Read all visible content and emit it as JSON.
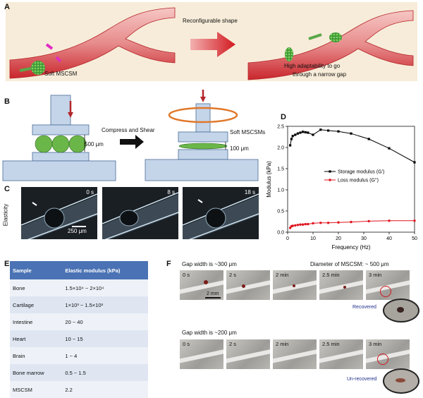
{
  "panels": {
    "A": "A",
    "B": "B",
    "C": "C",
    "D": "D",
    "E": "E",
    "F": "F"
  },
  "panelA": {
    "arrow_label": "Reconfigurable shape",
    "left_label": "Soft MSCSM",
    "right_label_line1": "High adaptability to go",
    "right_label_line2": "through a narrow gap"
  },
  "panelB": {
    "gap1": "500 μm",
    "arrow_label": "Compress and Shear",
    "right_label": "Soft MSCSMs",
    "gap2": "100 μm"
  },
  "panelC": {
    "axis_label": "Elasticity",
    "frames": [
      "0 s",
      "8 s",
      "18 s"
    ],
    "scale_bar": "250 μm"
  },
  "chart_data": {
    "type": "line",
    "xlabel": "Frequency (Hz)",
    "ylabel": "Modulus (kPa)",
    "xlim": [
      0,
      50
    ],
    "ylim": [
      0,
      2.5
    ],
    "xticks": [
      "0",
      "10",
      "20",
      "30",
      "40",
      "50"
    ],
    "yticks": [
      "0.0",
      "0.5",
      "1.0",
      "1.5",
      "2.0",
      "2.5"
    ],
    "legend_position": "right",
    "series": [
      {
        "name": "Storage modulus (G')",
        "color": "#000000",
        "x": [
          1,
          1.5,
          2,
          3,
          4,
          5,
          6,
          7,
          8,
          10,
          13,
          16,
          20,
          25,
          32,
          40,
          50
        ],
        "y": [
          2.05,
          2.2,
          2.27,
          2.3,
          2.33,
          2.35,
          2.37,
          2.36,
          2.35,
          2.3,
          2.42,
          2.4,
          2.38,
          2.33,
          2.2,
          1.98,
          1.65
        ]
      },
      {
        "name": "Loss modulus (G'')",
        "color": "#e0141e",
        "x": [
          1,
          1.5,
          2,
          3,
          4,
          5,
          6,
          7,
          8,
          10,
          13,
          16,
          20,
          25,
          32,
          40,
          50
        ],
        "y": [
          0.1,
          0.14,
          0.15,
          0.16,
          0.17,
          0.18,
          0.18,
          0.19,
          0.19,
          0.21,
          0.22,
          0.22,
          0.23,
          0.24,
          0.26,
          0.27,
          0.27
        ]
      }
    ]
  },
  "table": {
    "headers": [
      "Sample",
      "Elastic modulus (kPa)"
    ],
    "rows": [
      [
        "Bone",
        "1.5×10⁴ ~ 2×10⁴"
      ],
      [
        "Cartilage",
        "1×10³ ~ 1.5×10³"
      ],
      [
        "Intestine",
        "20 ~ 40"
      ],
      [
        "Heart",
        "10 ~ 15"
      ],
      [
        "Brain",
        "1 ~ 4"
      ],
      [
        "Bone marrow",
        "0.5 ~ 1.5"
      ],
      [
        "MSCSM",
        "2.2"
      ]
    ]
  },
  "panelF": {
    "row1_title": "Gap width is ~300 μm",
    "diameter": "Diameter of MSCSM: ~ 500 μm",
    "row1_times": [
      "0 s",
      "2 s",
      "2 min",
      "2.5 min",
      "3 min"
    ],
    "scale": "2 mm",
    "recovered": "Recovered",
    "row2_title": "Gap width is ~200 μm",
    "row2_times": [
      "0 s",
      "2 s",
      "2 min",
      "2.5 min",
      "3 min"
    ],
    "unrecovered": "Un-recovered"
  }
}
